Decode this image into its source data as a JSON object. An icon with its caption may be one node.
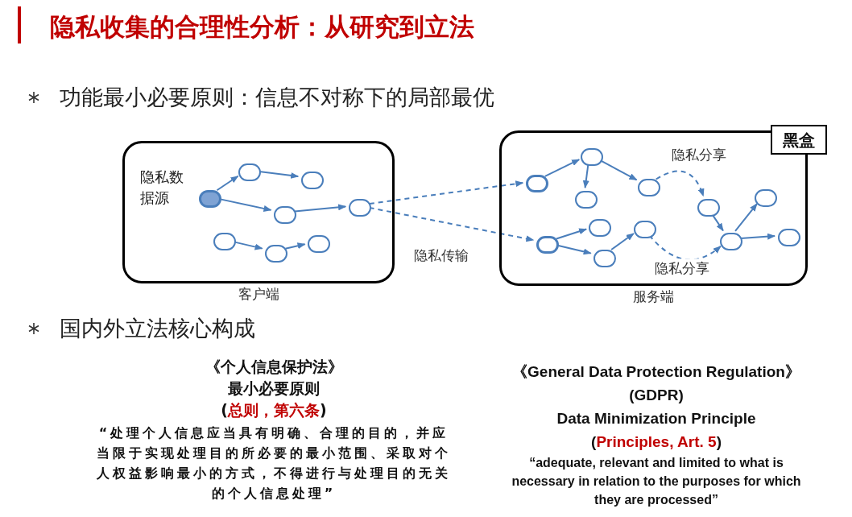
{
  "diagram": {
    "title": "隐私收集的合理性分析：从研究到立法",
    "nodes": [
      {
        "text": [
          "客户端"
        ]
      },
      {
        "text": [],
        "shape": "circle",
        "in": 0,
        "beside": [
          "隐私数据源"
        ]
      },
      {
        "text": [],
        "shape": "circle",
        "in": 0
      },
      {
        "text": [],
        "shape": "circle",
        "in": 0
      },
      {
        "text": [],
        "shape": "circle",
        "in": 0
      },
      {
        "text": [],
        "shape": "circle",
        "in": 0
      },
      {
        "text": [],
        "shape": "circle",
        "in": 0
      },
      {
        "text": [],
        "shape": "circle",
        "in": 0
      },
      {
        "text": [],
        "shape": "circle",
        "in": 0
      },
      {
        "text": [
          "服务端"
        ]
      },
      {
        "text": [
          "黑盒"
        ]
      },
      {
        "text": [],
        "shape": "circle",
        "in": 9
      },
      {
        "text": [],
        "shape": "circle",
        "in": 9
      },
      {
        "text": [],
        "shape": "circle",
        "in": 9
      },
      {
        "text": [],
        "shape": "circle",
        "in": 9
      },
      {
        "text": [],
        "shape": "circle",
        "in": 9
      },
      {
        "text": [],
        "shape": "circle",
        "in": 9
      },
      {
        "text": [],
        "shape": "circle",
        "in": 9
      },
      {
        "text": [],
        "shape": "circle",
        "in": 9
      },
      {
        "text": [],
        "shape": "circle",
        "in": 9
      },
      {
        "text": [],
        "shape": "circle",
        "in": 9
      },
      {
        "text": [],
        "shape": "circle",
        "in": 9
      },
      {
        "text": [],
        "shape": "circle",
        "in": 9
      }
    ],
    "edges": [
      {
        "from": 1,
        "to": 2,
        "arrow": "to"
      },
      {
        "from": 2,
        "to": 3,
        "arrow": "to"
      },
      {
        "from": 1,
        "to": 4,
        "arrow": "to"
      },
      {
        "from": 4,
        "to": 5,
        "arrow": "to"
      },
      {
        "from": 6,
        "to": 7,
        "arrow": "to"
      },
      {
        "from": 7,
        "to": 8,
        "arrow": "to"
      },
      {
        "from": 5,
        "to": 11,
        "arrow": "to",
        "style": "dashed"
      },
      {
        "from": 5,
        "to": 17,
        "arrow": "to",
        "style": "dashed",
        "label": "隐私传输"
      },
      {
        "from": 11,
        "to": 12,
        "arrow": "to"
      },
      {
        "from": 12,
        "to": 13,
        "arrow": "to"
      },
      {
        "from": 12,
        "to": 14,
        "arrow": "to"
      },
      {
        "from": 14,
        "to": 15,
        "arrow": "to",
        "style": "dashed",
        "label": "隐私分享"
      },
      {
        "from": 15,
        "to": 21,
        "arrow": "to"
      },
      {
        "from": 21,
        "to": 16,
        "arrow": "to"
      },
      {
        "from": 21,
        "to": 22,
        "arrow": "to"
      },
      {
        "from": 17,
        "to": 18,
        "arrow": "to"
      },
      {
        "from": 17,
        "to": 19,
        "arrow": "to"
      },
      {
        "from": 19,
        "to": 20,
        "arrow": "to"
      },
      {
        "from": 20,
        "to": 21,
        "arrow": "to",
        "style": "dashed",
        "label": "隐私分享"
      }
    ],
    "labels": [
      "功能最小必要原则：信息不对称下的局部最优",
      "国内外立法核心构成",
      "《个人信息保护法》",
      "最小必要原则",
      "(总则，第六条)",
      "“处理个人信息应当具有明确、合理的目的，并应当限于实现处理目的所必要的最小范围、采取对个人权益影响最小的方式，不得进行与处理目的无关的个人信息处理”",
      "《General Data Protection Regulation》",
      "(GDPR)",
      "Data Minimization Principle",
      "(Principles, Art. 5)",
      "“adequate, relevant and limited to what is necessary in relation to the purposes for which they are processed”"
    ]
  }
}
